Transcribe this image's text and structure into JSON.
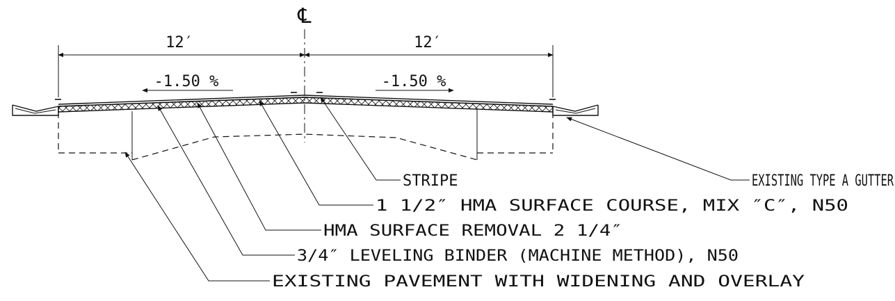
{
  "centerline_symbol": "℄",
  "dimensions": {
    "left_width": "12′",
    "right_width": "12′"
  },
  "slopes": {
    "left": "-1.50 %",
    "right": "-1.50 %"
  },
  "callouts": {
    "stripe": "STRIPE",
    "gutter": "EXISTING TYPE A GUTTER",
    "surface_course": "1 1/2″ HMA SURFACE COURSE, MIX ″C″, N50",
    "surface_removal": "HMA SURFACE REMOVAL 2 1/4″",
    "leveling_binder": "3/4″ LEVELING BINDER (MACHINE METHOD), N50",
    "existing_pavement": "EXISTING PAVEMENT WITH WIDENING AND OVERLAY"
  }
}
